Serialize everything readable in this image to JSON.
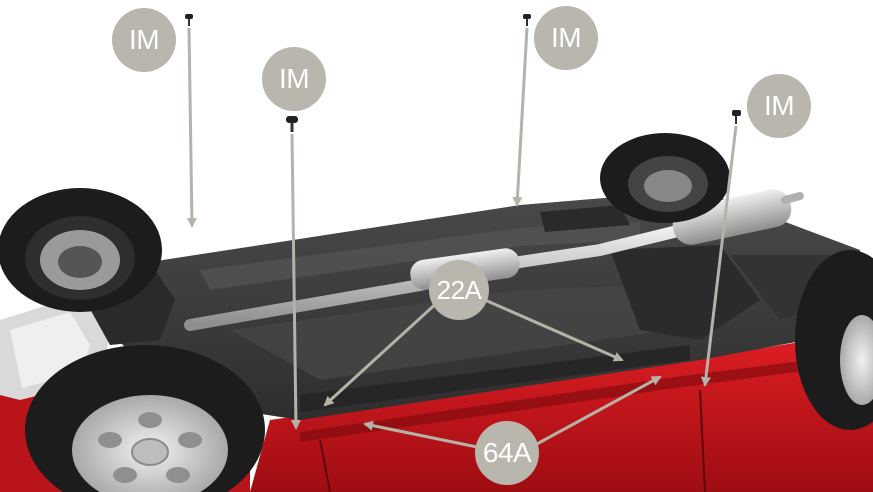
{
  "callouts": {
    "im_1": "IM",
    "im_2": "IM",
    "im_3": "IM",
    "im_4": "IM",
    "label_22a": "22A",
    "label_64a": "64A"
  },
  "colors": {
    "callout_fill": "#b9b6ad",
    "arrow": "#b5b2a8",
    "body_red": "#c8141b",
    "floor_dark": "#3c3c3c",
    "tire": "#1c1c1c",
    "rim": "#d8d8d8",
    "exhaust": "#c4c4c4"
  }
}
